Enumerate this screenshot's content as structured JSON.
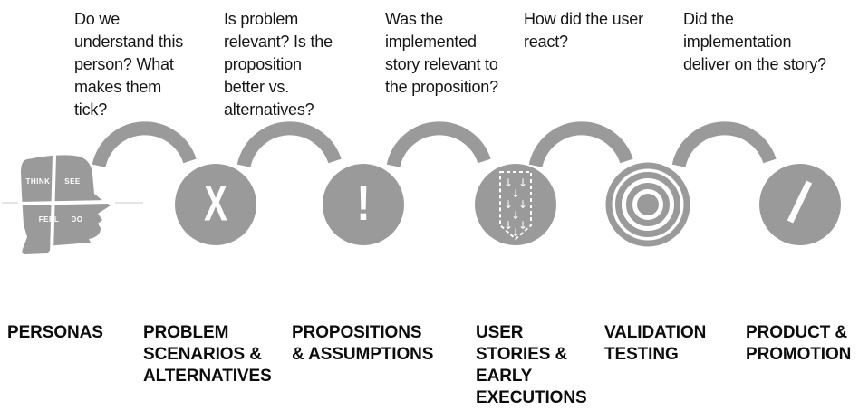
{
  "palette": {
    "gray": "#9a9a9a",
    "white": "#ffffff",
    "text_black": "#161616"
  },
  "icons": {
    "down_arrow": "↓"
  },
  "transitions": [
    {
      "question": "Do we\nunderstand this\nperson? What\nmakes them\ntick?"
    },
    {
      "question": "Is problem\nrelevant? Is the\nproposition\nbetter vs.\nalternatives?"
    },
    {
      "question": "Was the\nimplemented\nstory relevant to\nthe proposition?"
    },
    {
      "question": "How did the user\nreact?"
    },
    {
      "question": "Did the\nimplementation\ndeliver on the story?"
    }
  ],
  "stages": [
    {
      "label": "PERSONAS",
      "icon": "empathy-map-head",
      "quadrants": {
        "think": "THINK",
        "see": "SEE",
        "feel": "FEEL",
        "do": "DO"
      }
    },
    {
      "label": "PROBLEM\nSCENARIOS &\nALTERNATIVES",
      "icon": "circle-x",
      "glyph": "X"
    },
    {
      "label": "PROPOSITIONS\n& ASSUMPTIONS",
      "icon": "circle-exclamation",
      "glyph": "!"
    },
    {
      "label": "USER\nSTORIES &\nEARLY\nEXECUTIONS",
      "icon": "pennant-down-arrows"
    },
    {
      "label": "VALIDATION\nTESTING",
      "icon": "target-bullseye"
    },
    {
      "label": "PRODUCT &\nPROMOTION",
      "icon": "circle-slash",
      "glyph": "/"
    }
  ]
}
